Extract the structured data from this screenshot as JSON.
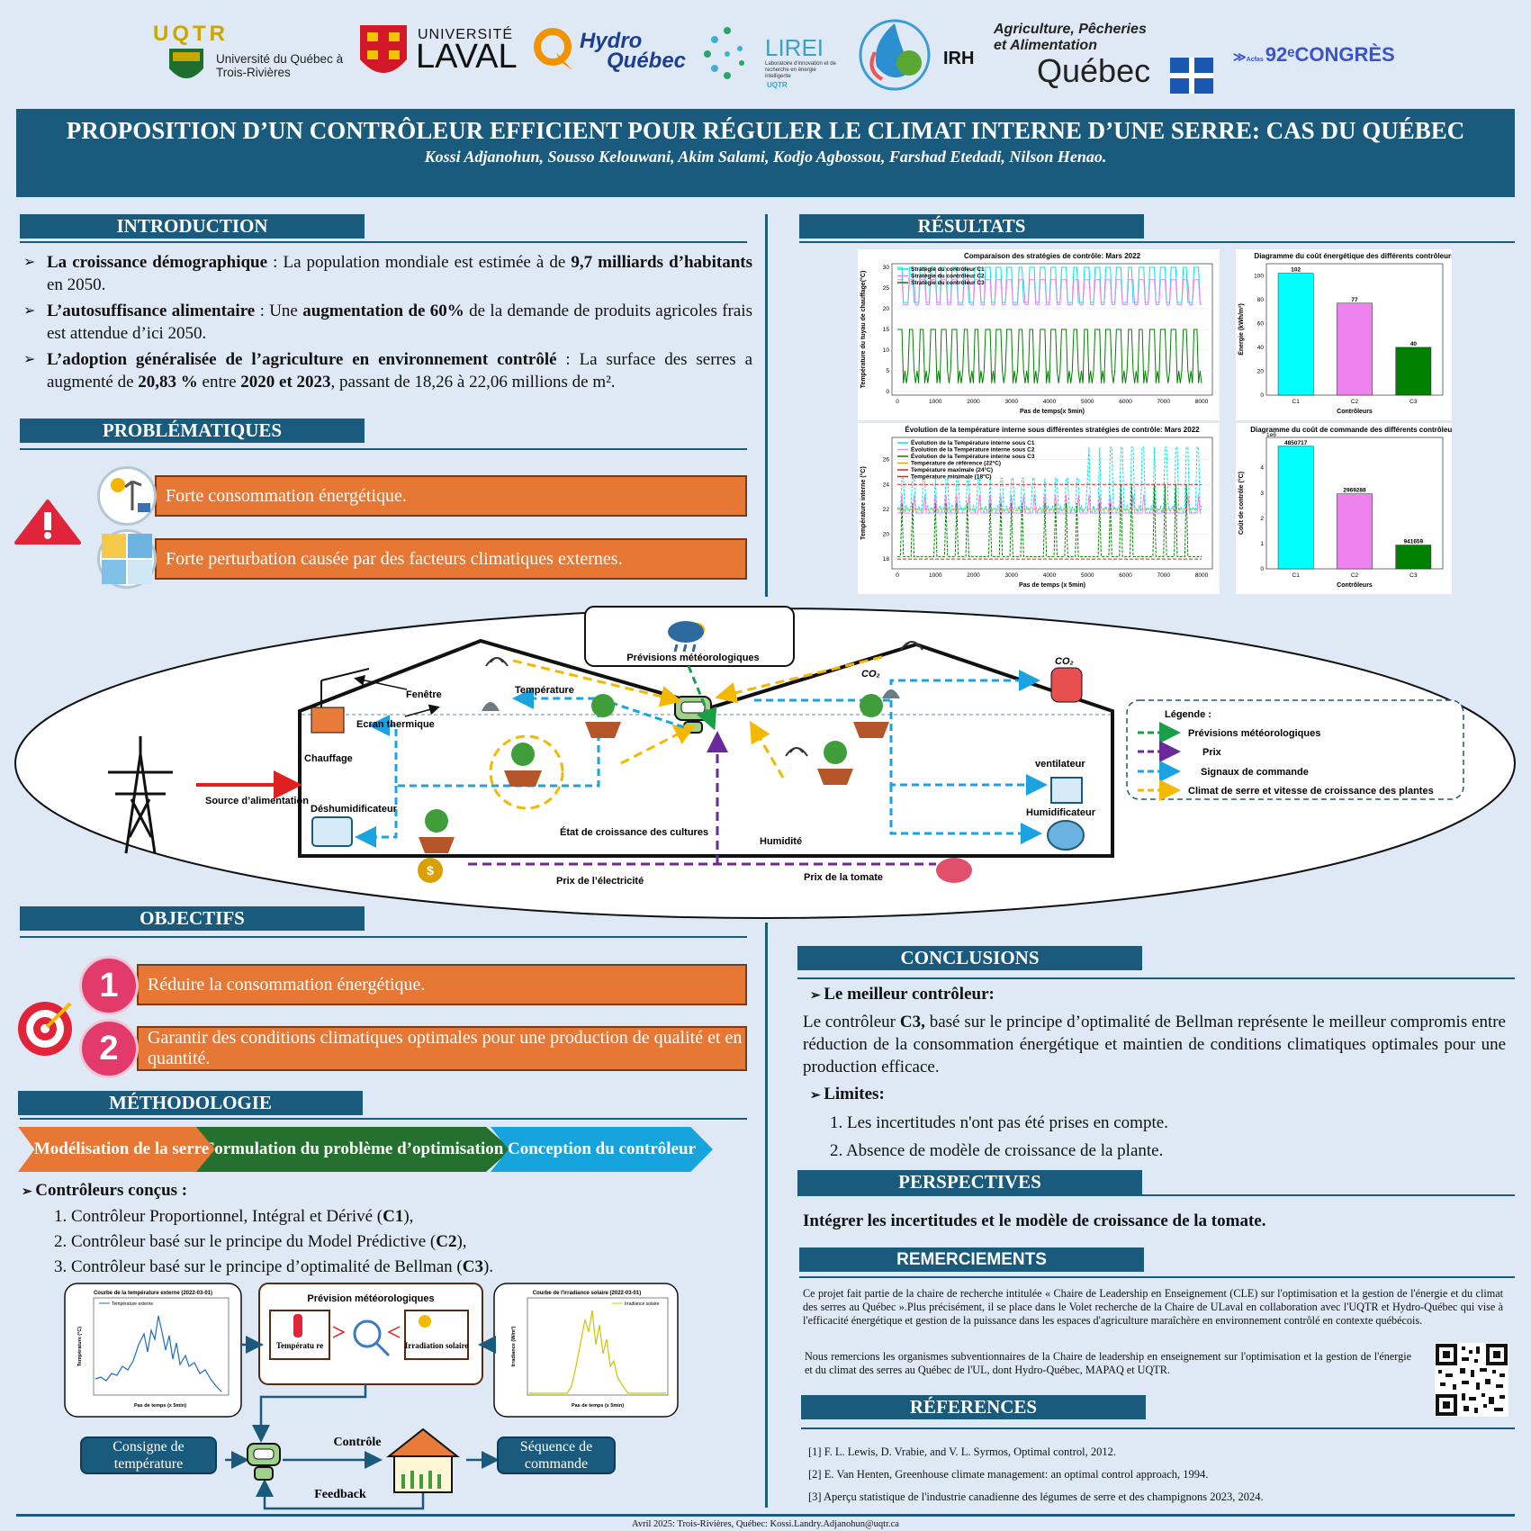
{
  "logos": {
    "uqtr_mark": "UQTR",
    "uqtr_name": "Université du Québec à Trois-Rivières",
    "laval_line1": "UNIVERSITÉ",
    "laval_line2": "LAVAL",
    "hydro_line1": "Hydro",
    "hydro_line2": "Québec",
    "lirei_mark": "LIREI",
    "lirei_sub": "Laboratoire d'innovation et de recherche en énergie intelligente",
    "lirei_uqtr": "UQTR",
    "irh": "IRH",
    "mapaq_line1": "Agriculture, Pêcheries",
    "mapaq_line2": "et Alimentation",
    "mapaq_line3": "Québec",
    "acfas_small": "Acfas",
    "acfas_big": "92ᵉCONGRÈS"
  },
  "title": "PROPOSITION D’UN CONTRÔLEUR EFFICIENT POUR RÉGULER LE CLIMAT INTERNE D’UNE SERRE: CAS DU QUÉBEC",
  "authors": "Kossi Adjanohun, Sousso Kelouwani,  Akim Salami, Kodjo Agbossou, Farshad Etedadi, Nilson Henao.",
  "introduction": {
    "heading": "INTRODUCTION",
    "b1_bold": "La croissance démographique",
    "b1_text": " : La population mondiale est estimée à  de ",
    "b1_bold2": "9,7 milliards d’habitants",
    "b1_end": " en 2050.",
    "b2_bold": "L’autosuffisance alimentaire",
    "b2_text": " : Une ",
    "b2_bold2": "augmentation de 60%",
    "b2_end": " de la demande de produits agricoles frais est attendue d’ici 2050.",
    "b3_bold": "L’adoption généralisée de l’agriculture en environnement contrôlé",
    "b3_text": " : La surface des serres a augmenté de ",
    "b3_bold2": "20,83 %",
    "b3_mid": " entre ",
    "b3_bold3": "2020 et 2023",
    "b3_end": ", passant de 18,26 à 22,06 millions de m²."
  },
  "problematiques": {
    "heading": "PROBLÉMATIQUES",
    "p1": "Forte consommation énergétique.",
    "p2": "Forte perturbation causée par des facteurs climatiques externes."
  },
  "resultats": {
    "heading": "RÉSULTATS"
  },
  "chart_data": [
    {
      "type": "line",
      "title": "Comparaison des stratégies de contrôle: Mars 2022",
      "xlabel": "Pas de temps(x 5min)",
      "ylabel": "Température du tuyau de chauffage(°C)",
      "xlim": [
        0,
        8000
      ],
      "ylim": [
        0,
        30
      ],
      "xticks": [
        "0",
        "1000",
        "2000",
        "3000",
        "4000",
        "5000",
        "6000",
        "7000",
        "8000"
      ],
      "yticks": [
        "0",
        "5",
        "10",
        "15",
        "20",
        "25",
        "30"
      ],
      "legend": "top-left",
      "series": [
        {
          "name": "Stratégie du contrôleur C1",
          "color": "#00e5e5",
          "low": 20,
          "high": 30
        },
        {
          "name": "Stratégie du contrôleur C2",
          "color": "#ee82ee",
          "low": 17,
          "high": 27
        },
        {
          "name": "Stratégie du contrôleur C3",
          "color": "#008000",
          "low": 2,
          "high": 15
        }
      ]
    },
    {
      "type": "bar",
      "title": "Diagramme du coût énergétique des différents contrôleurs",
      "xlabel": "Contrôleurs",
      "ylabel": "Énergie (kWh/m²)",
      "categories": [
        "C1",
        "C2",
        "C3"
      ],
      "values": [
        102,
        77,
        40
      ],
      "value_labels": [
        "102",
        "77",
        "40"
      ],
      "colors": [
        "#00ffff",
        "#ee82ee",
        "#008000"
      ],
      "ylim": [
        0,
        110
      ],
      "yticks": [
        "0",
        "20",
        "40",
        "60",
        "80",
        "100"
      ]
    },
    {
      "type": "line",
      "title": "Évolution de la température interne sous différentes stratégies de contrôle: Mars 2022",
      "xlabel": "Pas de temps (x 5min)",
      "ylabel": "Température interne (°C)",
      "xlim": [
        0,
        8000
      ],
      "ylim": [
        17.5,
        27.5
      ],
      "xticks": [
        "0",
        "1000",
        "2000",
        "3000",
        "4000",
        "5000",
        "6000",
        "7000",
        "8000"
      ],
      "yticks": [
        "18",
        "20",
        "22",
        "24",
        "26"
      ],
      "legend": "top-left",
      "series": [
        {
          "name": "Évolution de la Température interne sous C1",
          "color": "#00e5e5"
        },
        {
          "name": "Évolution de la Température interne sous C2",
          "color": "#ee82ee"
        },
        {
          "name": "Évolution de la Température interne sous C3",
          "color": "#008000"
        },
        {
          "name": "Température de référence (22°C)",
          "color": "#e0a800",
          "value": 22
        },
        {
          "name": "Température maximale (24°C)",
          "color": "#e02020",
          "value": 24
        },
        {
          "name": "Température minimale (18°C)",
          "color": "#e02020",
          "value": 18
        }
      ]
    },
    {
      "type": "bar",
      "title": "Diagramme du coût de commande des différents contrôleurs",
      "xlabel": "Contrôleurs",
      "ylabel": "Coût de contrôle (°C)",
      "scale_label": "1e6",
      "categories": [
        "C1",
        "C2",
        "C3"
      ],
      "values": [
        4850717,
        2969288,
        941659
      ],
      "value_labels": [
        "4850717",
        "2969288",
        "941659"
      ],
      "colors": [
        "#00ffff",
        "#ee82ee",
        "#008000"
      ],
      "ylim": [
        0,
        5200000
      ],
      "yticks": [
        "0",
        "1",
        "2",
        "3",
        "4"
      ]
    }
  ],
  "diagram": {
    "forecast": "Prévisions météorologiques",
    "fenetre": "Fenêtre",
    "temperature": "Température",
    "co2": "CO₂",
    "ecran": "Ecran thermique",
    "chauffage": "Chauffage",
    "deshum": "Déshumidificateur",
    "source": "Source d’alimentation",
    "etat": "État de croissance des cultures",
    "humidite": "Humidité",
    "ventilateur": "ventilateur",
    "humidificateur": "Humidificateur",
    "co2_tank": "CO₂",
    "prix_elec": "Prix de l’électricité",
    "prix_tomate": "Prix de la tomate",
    "legend_title": "Légende :",
    "leg1": "Prévisions météorologiques",
    "leg2": "Prix",
    "leg3": "Signaux de commande",
    "leg4": "Climat de serre et vitesse de croissance des plantes",
    "colors": {
      "green": "#1a9e4a",
      "purple": "#6a2a9c",
      "blue": "#1aa3e0",
      "yellow": "#f5b800"
    }
  },
  "objectifs": {
    "heading": "OBJECTIFS",
    "n1": "1",
    "o1": "Réduire la consommation énergétique.",
    "n2": "2",
    "o2": "Garantir des conditions climatiques optimales pour une production de qualité et en quantité."
  },
  "methodologie": {
    "heading": "MÉTHODOLOGIE",
    "step1": "Modélisation de la serre",
    "step2": "Formulation du problème d’optimisation",
    "step3": "Conception du contrôleur",
    "controls_title": "Contrôleurs conçus :",
    "c1_text": "1. Contrôleur Proportionnel, Intégral et Dérivé (",
    "c1_bold": "C1",
    "c1_end": "),",
    "c2_text": "2. Contrôleur basé sur le principe du Model Prédictive (",
    "c2_bold": "C2",
    "c2_end": "),",
    "c3_text": "3. Contrôleur basé sur le principe d’optimalité de Bellman (",
    "c3_bold": "C3",
    "c3_end": ").",
    "prev_title": "Prévision météorologiques",
    "temp_label": "Températu re",
    "irr_label": "Irradiation solaire",
    "consigne": "Consigne de température",
    "controle": "Contrôle",
    "sequence": "Séquence de commande",
    "feedback": "Feedback",
    "mini1_title": "Courbe de la température externe (2022-03-01)",
    "mini1_legend": "Température externe",
    "mini1_x": "Pas de temps (x 5min)",
    "mini1_y": "Température (°C)",
    "mini2_title": "Courbe de l'irradiance solaire (2022-03-01)",
    "mini2_legend": "Irradiance solaire",
    "mini2_x": "Pas de temps (x 5min)",
    "mini2_y": "Irradiance (W/m²)"
  },
  "conclusions": {
    "heading": "CONCLUSIONS",
    "best_title": "Le meilleur contrôleur:",
    "best_text1": "Le contrôleur ",
    "best_bold": "C3,",
    "best_text2": " basé sur le principe d’optimalité de Bellman représente le meilleur compromis entre réduction de la consommation énergétique et maintien de conditions climatiques optimales pour une production efficace.",
    "limites_title": "Limites:",
    "l1": "1. Les incertitudes n'ont pas été prises en compte.",
    "l2": "2. Absence de modèle de croissance de la plante."
  },
  "perspectives": {
    "heading": "PERSPECTIVES",
    "text": "Intégrer les incertitudes et le modèle de croissance de la tomate."
  },
  "remerciements": {
    "heading": "REMERCIEMENTS",
    "p1": "Ce projet fait partie de la chaire de recherche intitulée « Chaire de Leadership en Enseignement (CLE) sur l'optimisation et la gestion de l'énergie et du climat des serres au Québec ».Plus précisément, il se place dans le Volet recherche de la Chaire de ULaval en collaboration avec l'UQTR et Hydro-Québec qui vise à l'efficacité énergétique et gestion de la puissance dans les espaces d'agriculture maraîchère en environnement contrôlé en contexte québécois.",
    "p2": "Nous remercions les organismes subventionnaires de la Chaire de leadership en enseignement sur l'optimisation et la gestion de l'énergie et du climat des serres au Québec de l'UL, dont Hydro-Québec, MAPAQ et UQTR."
  },
  "references": {
    "heading": "RÉFERENCES",
    "r1": "[1] F. L. Lewis, D. Vrabie, and V. L. Syrmos, Optimal control, 2012.",
    "r2": "[2] E. Van Henten, Greenhouse climate management: an optimal control approach, 1994.",
    "r3": "[3] Aperçu statistique de l'industrie canadienne des légumes de serre et des champignons 2023, 2024."
  },
  "footer": "Avril 2025: Trois-Rivières, Québec: Kossi.Landry.Adjanohun@uqtr.ca"
}
